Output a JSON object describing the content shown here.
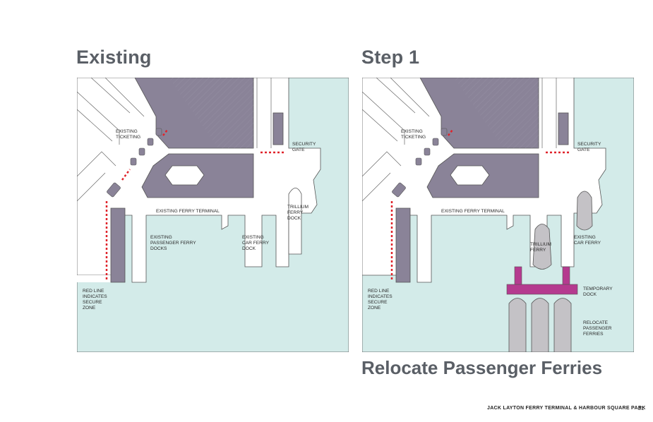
{
  "titles": {
    "left": "Existing",
    "right": "Step 1",
    "bottom": "Relocate Passenger Ferries"
  },
  "left_labels": {
    "ticketing": [
      "EXISTING",
      "TICKETING"
    ],
    "security": [
      "SECURITY",
      "GATE"
    ],
    "terminal": "EXISTING FERRY TERMINAL",
    "trillium": [
      "TRILLIUM",
      "FERRY",
      "DOCK"
    ],
    "passenger": [
      "EXISTING",
      "PASSENGER FERRY",
      "DOCKS"
    ],
    "car": [
      "EXISTING",
      "CAR FERRY",
      "DOCK"
    ],
    "redline": [
      "RED LINE",
      "INDICATES",
      "SECURE",
      "ZONE"
    ]
  },
  "right_labels": {
    "ticketing": [
      "EXISTING",
      "TICKETING"
    ],
    "security": [
      "SECURITY",
      "GATE"
    ],
    "terminal": "EXISTING FERRY TERMINAL",
    "trillium": [
      "TRILLIUM",
      "FERRY"
    ],
    "car": [
      "EXISTING",
      "CAR FERRY"
    ],
    "temporary": [
      "TEMPORARY",
      "DOCK"
    ],
    "relocate": [
      "RELOCATE",
      "PASSENGER",
      "FERRIES"
    ],
    "redline": [
      "RED LINE",
      "INDICATES",
      "SECURE",
      "ZONE"
    ]
  },
  "footer": {
    "text": "JACK LAYTON FERRY TERMINAL & HARBOUR SQUARE PARK",
    "page": "21"
  },
  "colors": {
    "water": "#d3ebe9",
    "building": "#8a8398",
    "secure_line": "#e0232a",
    "temporary_dock": "#b53a8f",
    "ferry": "#c4c2c6"
  }
}
